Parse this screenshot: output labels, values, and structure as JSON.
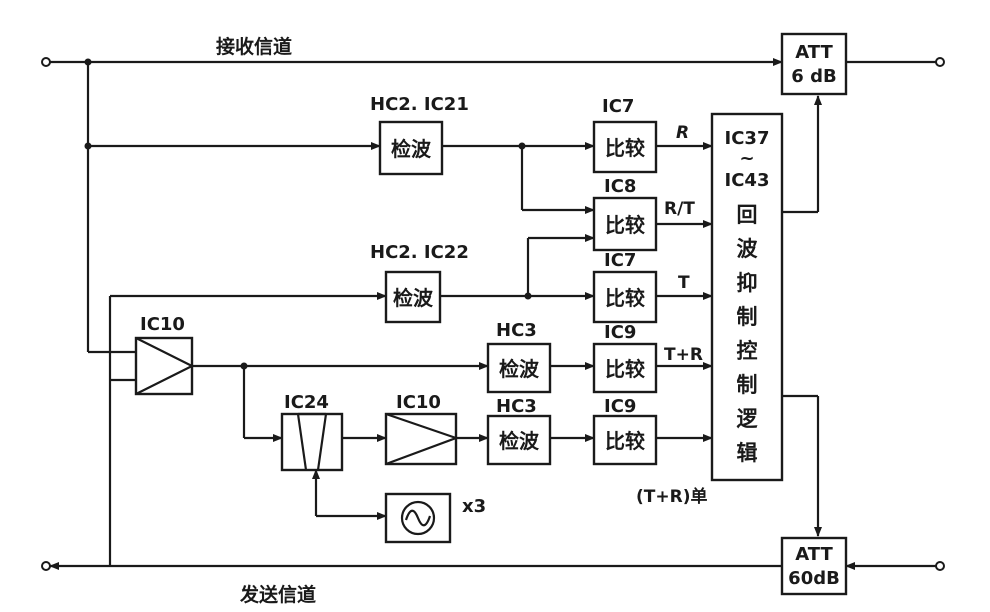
{
  "channels": {
    "receive": "接收信道",
    "send": "发送信道"
  },
  "att": {
    "top_line1": "ATT",
    "top_line2": "6 dB",
    "bottom_line1": "ATT",
    "bottom_line2": "60dB"
  },
  "chips": {
    "hc2_ic21": "HC2. IC21",
    "hc2_ic22": "HC2. IC22",
    "ic7_a": "IC7",
    "ic8": "IC8",
    "ic7_b": "IC7",
    "ic9_a": "IC9",
    "ic9_b": "IC9",
    "hc3_a": "HC3",
    "hc3_b": "HC3",
    "ic10_a": "IC10",
    "ic10_b": "IC10",
    "ic24": "IC24",
    "ic37": "IC37",
    "tilde": "~",
    "ic43": "IC43"
  },
  "blocks": {
    "detector": "检波",
    "comparator": "比较"
  },
  "signals": {
    "r": "R",
    "rt": "R/T",
    "t": "T",
    "tr": "T+R",
    "tr_single": "(T+R)单"
  },
  "control_label": [
    "回",
    "波",
    "抑",
    "制",
    "控",
    "制",
    "逻",
    "辑"
  ],
  "multiplier": "x3"
}
